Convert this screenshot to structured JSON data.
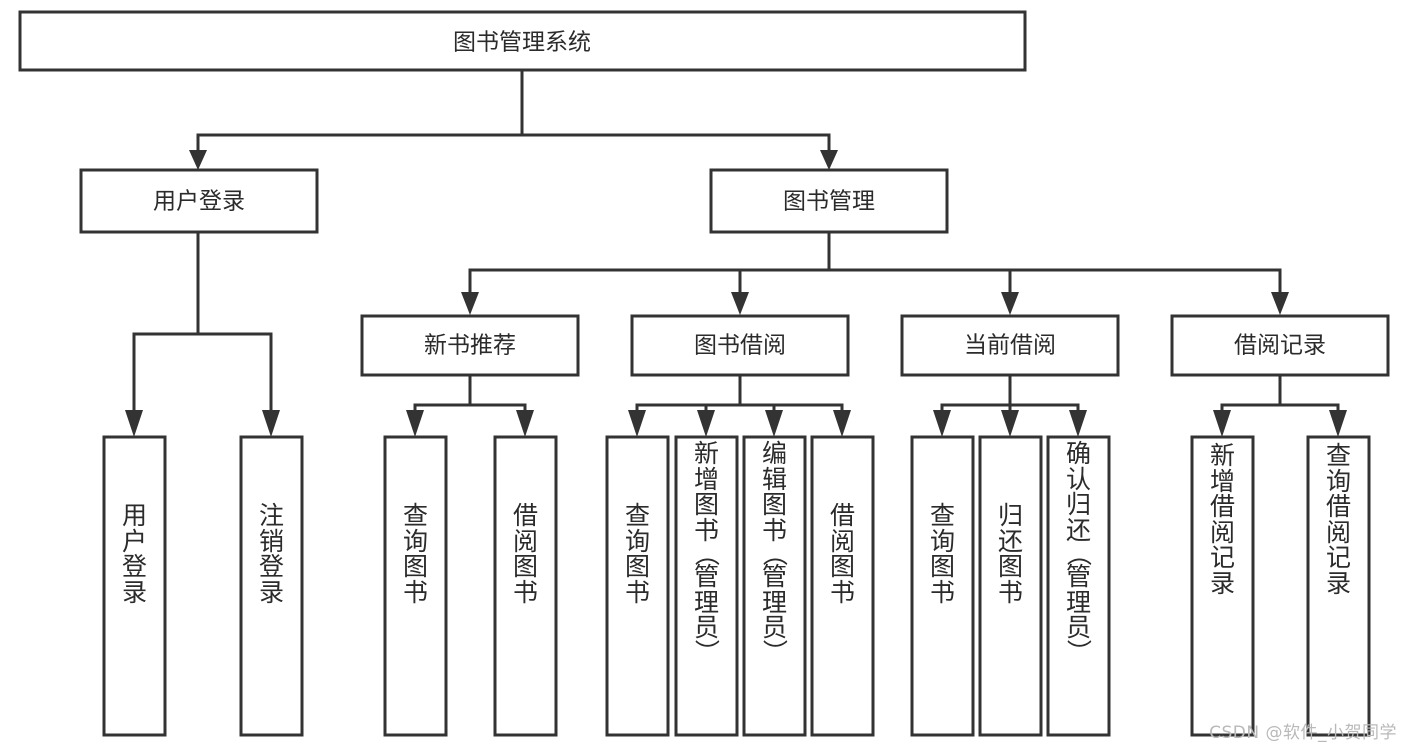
{
  "diagram": {
    "type": "tree",
    "orientation": "top-down",
    "title": "图书管理系统",
    "background_color": "#ffffff",
    "box_stroke_color": "#333333",
    "box_fill_color": "#ffffff",
    "text_color": "#2b2b2b",
    "levels": [
      {
        "level": 0,
        "nodes": [
          {
            "id": "root",
            "label": "图书管理系统",
            "orientation": "horizontal"
          }
        ]
      },
      {
        "level": 1,
        "nodes": [
          {
            "id": "login",
            "label": "用户登录",
            "parent": "root",
            "orientation": "horizontal"
          },
          {
            "id": "bookmgmt",
            "label": "图书管理",
            "parent": "root",
            "orientation": "horizontal"
          }
        ]
      },
      {
        "level": 2,
        "nodes": [
          {
            "id": "newbook",
            "label": "新书推荐",
            "parent": "bookmgmt",
            "orientation": "horizontal"
          },
          {
            "id": "borrow",
            "label": "图书借阅",
            "parent": "bookmgmt",
            "orientation": "horizontal"
          },
          {
            "id": "current",
            "label": "当前借阅",
            "parent": "bookmgmt",
            "orientation": "horizontal"
          },
          {
            "id": "records",
            "label": "借阅记录",
            "parent": "bookmgmt",
            "orientation": "horizontal"
          }
        ]
      },
      {
        "level": 3,
        "nodes": [
          {
            "id": "leaf1",
            "label": "用户登录",
            "parent": "login",
            "orientation": "vertical"
          },
          {
            "id": "leaf2",
            "label": "注销登录",
            "parent": "login",
            "orientation": "vertical"
          },
          {
            "id": "leaf3",
            "label": "查询图书",
            "parent": "newbook",
            "orientation": "vertical"
          },
          {
            "id": "leaf4",
            "label": "借阅图书",
            "parent": "newbook",
            "orientation": "vertical"
          },
          {
            "id": "leaf5",
            "label": "查询图书",
            "parent": "borrow",
            "orientation": "vertical"
          },
          {
            "id": "leaf6",
            "label": "新增图书（管理员）",
            "parent": "borrow",
            "orientation": "vertical"
          },
          {
            "id": "leaf7",
            "label": "编辑图书（管理员）",
            "parent": "borrow",
            "orientation": "vertical"
          },
          {
            "id": "leaf8",
            "label": "借阅图书",
            "parent": "borrow",
            "orientation": "vertical"
          },
          {
            "id": "leaf9",
            "label": "查询图书",
            "parent": "current",
            "orientation": "vertical"
          },
          {
            "id": "leaf10",
            "label": "归还图书",
            "parent": "current",
            "orientation": "vertical"
          },
          {
            "id": "leaf11",
            "label": "确认归还（管理员）",
            "parent": "current",
            "orientation": "vertical"
          },
          {
            "id": "leaf12",
            "label": "新增借阅记录",
            "parent": "records",
            "orientation": "vertical"
          },
          {
            "id": "leaf13",
            "label": "查询借阅记录",
            "parent": "records",
            "orientation": "vertical"
          }
        ]
      }
    ]
  },
  "watermark": {
    "text": "CSDN @软件_小贺同学",
    "color": "#b9b9b9"
  }
}
